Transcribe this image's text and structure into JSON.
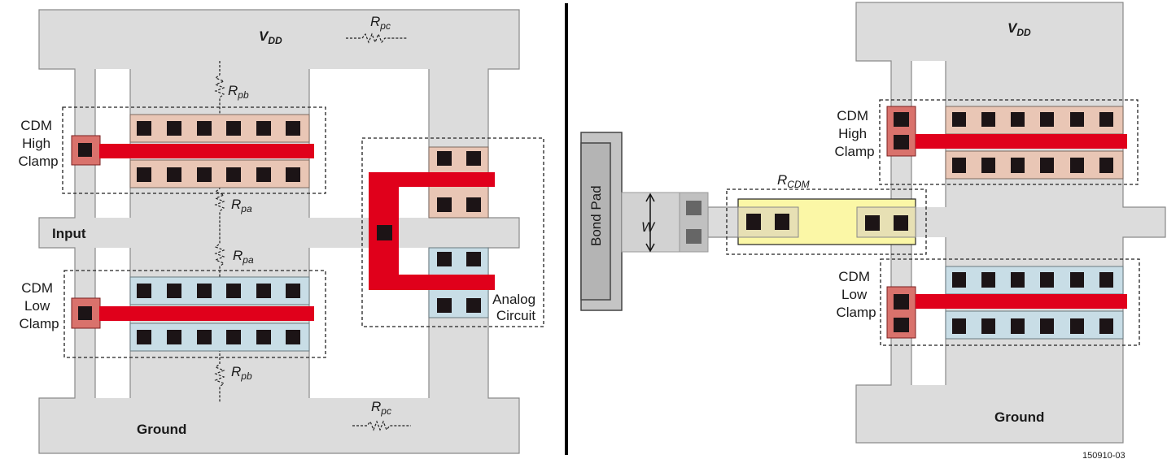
{
  "left_panel": {
    "vdd": {
      "main": "V",
      "sub": "DD"
    },
    "ground": "Ground",
    "input": "Input",
    "high_clamp": [
      "CDM",
      "High",
      "Clamp"
    ],
    "low_clamp": [
      "CDM",
      "Low",
      "Clamp"
    ],
    "analog": [
      "Analog",
      "Circuit"
    ],
    "r_pc_top": {
      "main": "R",
      "sub": "pc"
    },
    "r_pc_bottom": {
      "main": "R",
      "sub": "pc"
    },
    "r_pb_top": {
      "main": "R",
      "sub": "pb"
    },
    "r_pa_top": {
      "main": "R",
      "sub": "pa"
    },
    "r_pa_bottom": {
      "main": "R",
      "sub": "pa"
    },
    "r_pb_bottom": {
      "main": "R",
      "sub": "pb"
    }
  },
  "right_panel": {
    "vdd": {
      "main": "V",
      "sub": "DD"
    },
    "ground": "Ground",
    "bond_pad": "Bond Pad",
    "width_label": "W",
    "r_cdm": {
      "main": "R",
      "sub": "CDM"
    },
    "high_clamp": [
      "CDM",
      "High",
      "Clamp"
    ],
    "low_clamp": [
      "CDM",
      "Low",
      "Clamp"
    ],
    "figure_id": "150910-03"
  },
  "colors": {
    "gate": "#e0001b",
    "pmos": "#e9c6b5",
    "nmos": "#c8dde6",
    "resistor": "#fbf7a6",
    "metal": "#dcdcdc"
  }
}
